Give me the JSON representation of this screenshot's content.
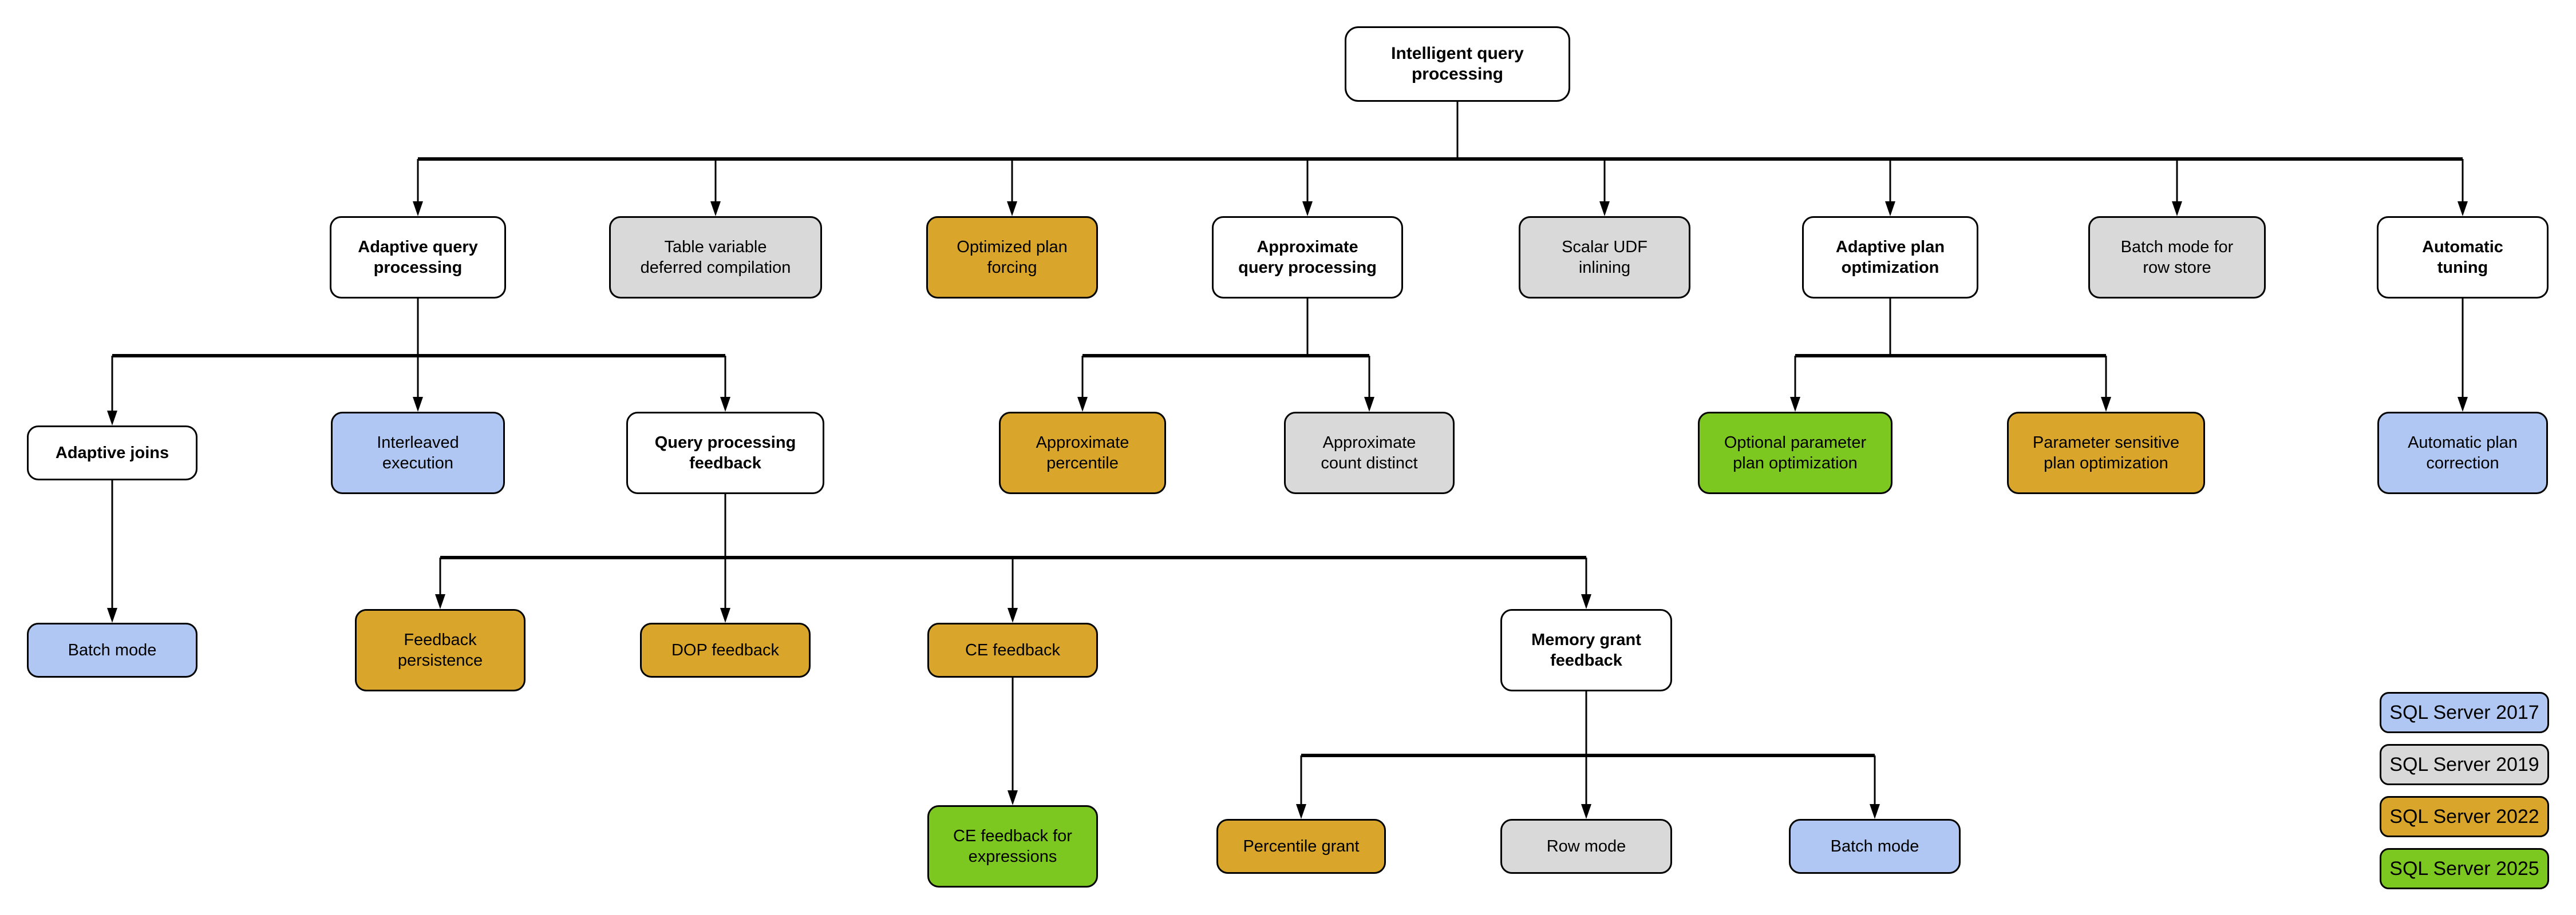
{
  "diagram_title": "Intelligent query processing",
  "colors": {
    "parent": "#FFFFFF",
    "sql2017": "#AFC7F2",
    "sql2019": "#D9D9D9",
    "sql2022": "#D9A62B",
    "sql2025": "#7CC720",
    "border": "#000000",
    "line": "#000000"
  },
  "nodes": [
    {
      "id": "intelligent-query-processing",
      "label": "Intelligent query\nprocessing",
      "category": "parent"
    },
    {
      "id": "adaptive-query-processing",
      "label": "Adaptive query\nprocessing",
      "category": "parent"
    },
    {
      "id": "table-variable-deferred-compilation",
      "label": "Table variable\ndeferred compilation",
      "category": "sql2019"
    },
    {
      "id": "optimized-plan-forcing",
      "label": "Optimized plan\nforcing",
      "category": "sql2022"
    },
    {
      "id": "approximate-query-processing",
      "label": "Approximate\nquery processing",
      "category": "parent"
    },
    {
      "id": "scalar-udf-inlining",
      "label": "Scalar UDF\ninlining",
      "category": "sql2019"
    },
    {
      "id": "adaptive-plan-optimization",
      "label": "Adaptive plan\noptimization",
      "category": "parent"
    },
    {
      "id": "batch-mode-for-row-store",
      "label": "Batch mode for\nrow store",
      "category": "sql2019"
    },
    {
      "id": "automatic-tuning",
      "label": "Automatic\ntuning",
      "category": "parent"
    },
    {
      "id": "adaptive-joins",
      "label": "Adaptive joins",
      "category": "parent"
    },
    {
      "id": "interleaved-execution",
      "label": "Interleaved\nexecution",
      "category": "sql2017"
    },
    {
      "id": "query-processing-feedback",
      "label": "Query processing\nfeedback",
      "category": "parent"
    },
    {
      "id": "approximate-percentile",
      "label": "Approximate\npercentile",
      "category": "sql2022"
    },
    {
      "id": "approximate-count-distinct",
      "label": "Approximate\ncount distinct",
      "category": "sql2019"
    },
    {
      "id": "optional-parameter-plan-optimization",
      "label": "Optional parameter\nplan optimization",
      "category": "sql2025"
    },
    {
      "id": "parameter-sensitive-plan-optimization",
      "label": "Parameter sensitive\nplan optimization",
      "category": "sql2022"
    },
    {
      "id": "automatic-plan-correction",
      "label": "Automatic plan\ncorrection",
      "category": "sql2017"
    },
    {
      "id": "batch-mode-adaptive-joins",
      "label": "Batch mode",
      "category": "sql2017"
    },
    {
      "id": "feedback-persistence",
      "label": "Feedback\npersistence",
      "category": "sql2022"
    },
    {
      "id": "dop-feedback",
      "label": "DOP feedback",
      "category": "sql2022"
    },
    {
      "id": "ce-feedback",
      "label": "CE feedback",
      "category": "sql2022"
    },
    {
      "id": "memory-grant-feedback",
      "label": "Memory grant\nfeedback",
      "category": "parent"
    },
    {
      "id": "ce-feedback-for-expressions",
      "label": "CE feedback for\nexpressions",
      "category": "sql2025"
    },
    {
      "id": "percentile-grant",
      "label": "Percentile grant",
      "category": "sql2022"
    },
    {
      "id": "row-mode",
      "label": "Row mode",
      "category": "sql2019"
    },
    {
      "id": "batch-mode-memory-grant",
      "label": "Batch mode",
      "category": "sql2017"
    }
  ],
  "edges": [
    {
      "from": "intelligent-query-processing",
      "to": "adaptive-query-processing"
    },
    {
      "from": "intelligent-query-processing",
      "to": "table-variable-deferred-compilation"
    },
    {
      "from": "intelligent-query-processing",
      "to": "optimized-plan-forcing"
    },
    {
      "from": "intelligent-query-processing",
      "to": "approximate-query-processing"
    },
    {
      "from": "intelligent-query-processing",
      "to": "scalar-udf-inlining"
    },
    {
      "from": "intelligent-query-processing",
      "to": "adaptive-plan-optimization"
    },
    {
      "from": "intelligent-query-processing",
      "to": "batch-mode-for-row-store"
    },
    {
      "from": "intelligent-query-processing",
      "to": "automatic-tuning"
    },
    {
      "from": "adaptive-query-processing",
      "to": "adaptive-joins"
    },
    {
      "from": "adaptive-query-processing",
      "to": "interleaved-execution"
    },
    {
      "from": "adaptive-query-processing",
      "to": "query-processing-feedback"
    },
    {
      "from": "approximate-query-processing",
      "to": "approximate-percentile"
    },
    {
      "from": "approximate-query-processing",
      "to": "approximate-count-distinct"
    },
    {
      "from": "adaptive-plan-optimization",
      "to": "optional-parameter-plan-optimization"
    },
    {
      "from": "adaptive-plan-optimization",
      "to": "parameter-sensitive-plan-optimization"
    },
    {
      "from": "automatic-tuning",
      "to": "automatic-plan-correction"
    },
    {
      "from": "adaptive-joins",
      "to": "batch-mode-adaptive-joins"
    },
    {
      "from": "query-processing-feedback",
      "to": "feedback-persistence"
    },
    {
      "from": "query-processing-feedback",
      "to": "dop-feedback"
    },
    {
      "from": "query-processing-feedback",
      "to": "ce-feedback"
    },
    {
      "from": "query-processing-feedback",
      "to": "memory-grant-feedback"
    },
    {
      "from": "ce-feedback",
      "to": "ce-feedback-for-expressions"
    },
    {
      "from": "memory-grant-feedback",
      "to": "percentile-grant"
    },
    {
      "from": "memory-grant-feedback",
      "to": "row-mode"
    },
    {
      "from": "memory-grant-feedback",
      "to": "batch-mode-memory-grant"
    }
  ],
  "legend": {
    "items": [
      {
        "label": "SQL Server 2017",
        "category": "sql2017"
      },
      {
        "label": "SQL Server 2019",
        "category": "sql2019"
      },
      {
        "label": "SQL Server 2022",
        "category": "sql2022"
      },
      {
        "label": "SQL Server 2025",
        "category": "sql2025"
      }
    ]
  }
}
